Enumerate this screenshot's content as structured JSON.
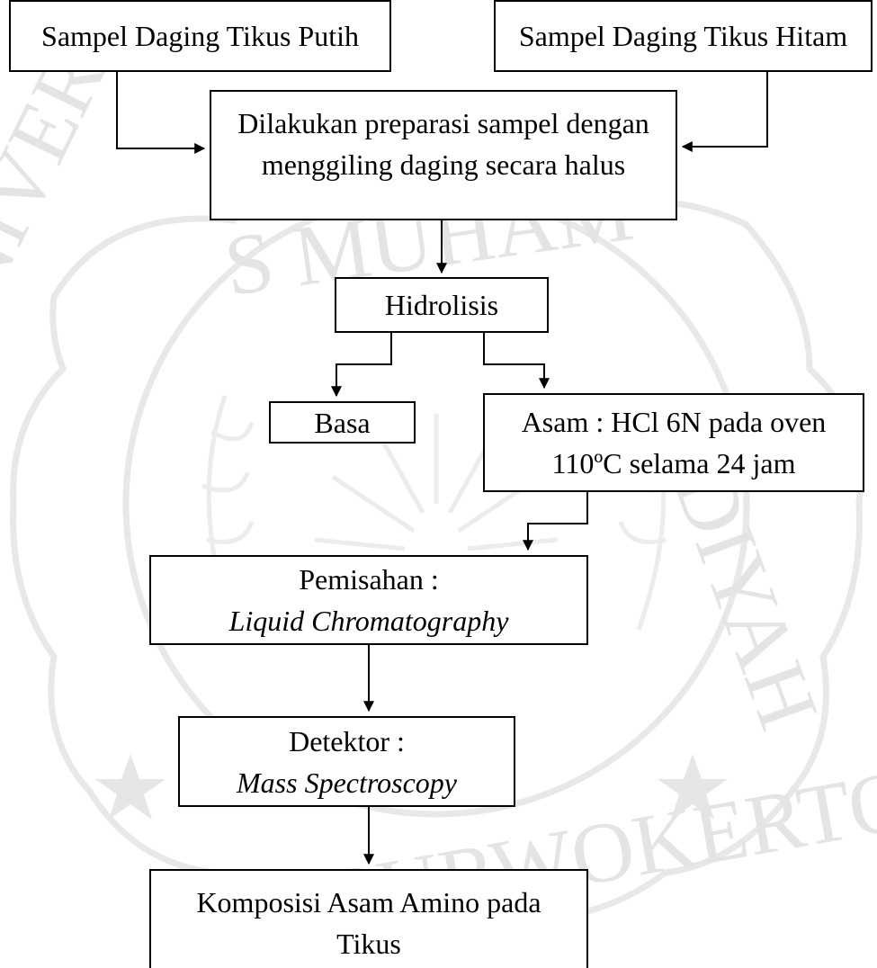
{
  "nodes": {
    "white_rat": "Sampel Daging Tikus Putih",
    "black_rat": "Sampel Daging Tikus Hitam",
    "prep_line1": "Dilakukan preparasi sampel dengan",
    "prep_line2": "menggiling daging secara halus",
    "hydrolysis": "Hidrolisis",
    "base": "Basa",
    "acid_line1": "Asam : HCl 6N pada oven",
    "acid_line2": "110ºC selama 24 jam",
    "separation_line1": "Pemisahan :",
    "separation_line2": "Liquid Chromatography",
    "detector_line1": "Detektor :",
    "detector_line2": "Mass Spectroscopy",
    "composition_line1": "Komposisi Asam Amino pada",
    "composition_line2": "Tikus"
  },
  "watermark": {
    "top_arc": "S MUHAM",
    "left_arc": "UNIVERSITA",
    "right_arc": "ADIYAH",
    "bottom_arc": "PURWOKERTO"
  },
  "colors": {
    "line": "#000000",
    "watermark": "#e3e3e3",
    "background": "#ffffff"
  }
}
